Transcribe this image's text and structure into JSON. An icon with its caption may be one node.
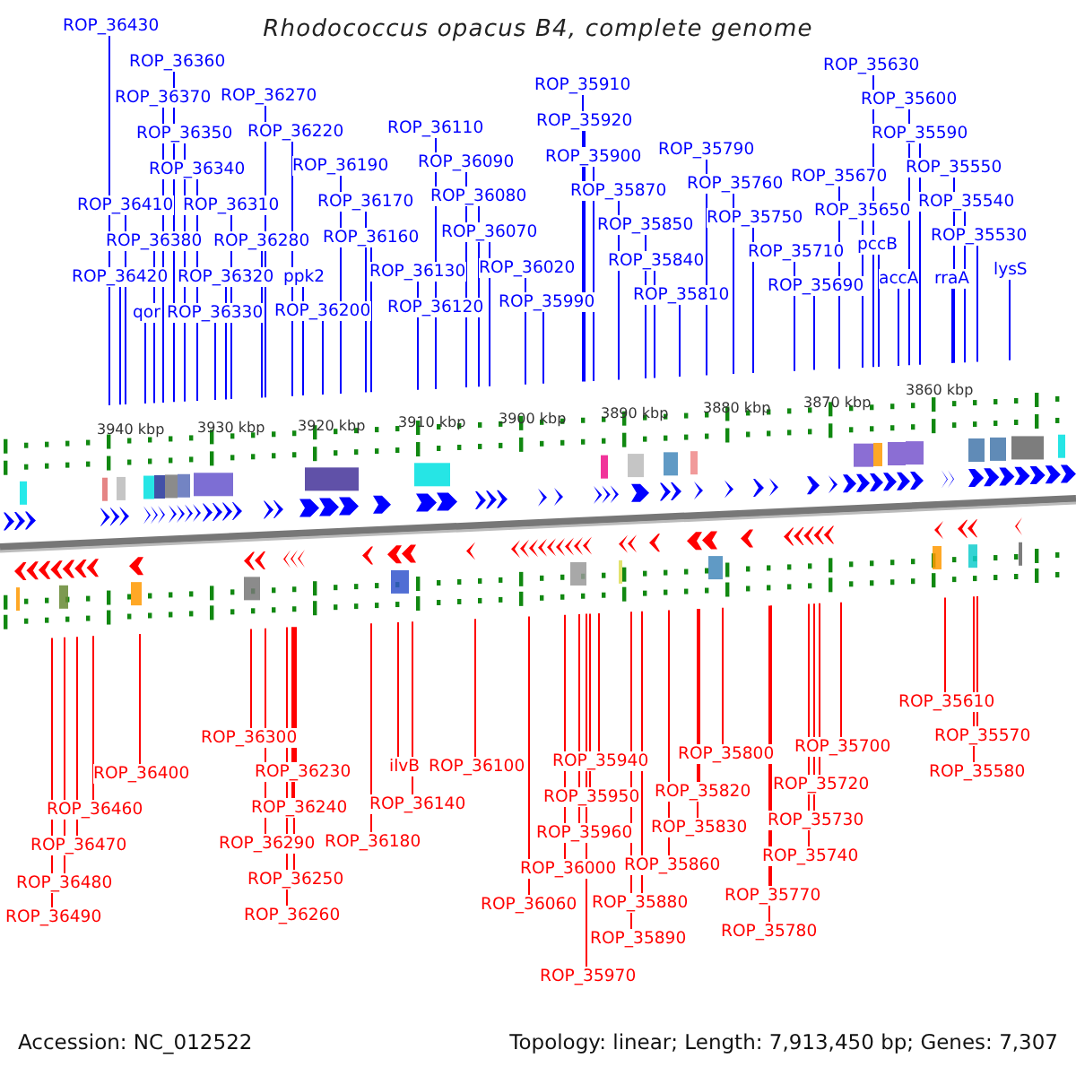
{
  "diagram": {
    "title": "Rhodococcus opacus B4, complete genome",
    "nodes": [
      {
        "text": [
          "ROP_36430"
        ]
      },
      {
        "text": [
          "ROP_36360"
        ]
      },
      {
        "text": [
          "ROP_35630"
        ]
      },
      {
        "text": [
          "ROP_35910"
        ]
      },
      {
        "text": [
          "ROP_36270"
        ]
      },
      {
        "text": [
          "ROP_36370"
        ]
      },
      {
        "text": [
          "ROP_35600"
        ]
      },
      {
        "text": [
          "ROP_35920"
        ]
      },
      {
        "text": [
          "ROP_36110"
        ]
      },
      {
        "text": [
          "ROP_36220"
        ]
      },
      {
        "text": [
          "ROP_36350"
        ]
      },
      {
        "text": [
          "ROP_35590"
        ]
      },
      {
        "text": [
          "ROP_35790"
        ]
      },
      {
        "text": [
          "ROP_35900"
        ]
      },
      {
        "text": [
          "ROP_36090"
        ]
      },
      {
        "text": [
          "ROP_36190"
        ]
      },
      {
        "text": [
          "ROP_35550"
        ]
      },
      {
        "text": [
          "ROP_36340"
        ]
      },
      {
        "text": [
          "ROP_35670"
        ]
      },
      {
        "text": [
          "ROP_35760"
        ]
      },
      {
        "text": [
          "ROP_35870"
        ]
      },
      {
        "text": [
          "ROP_36080"
        ]
      },
      {
        "text": [
          "ROP_35540"
        ]
      },
      {
        "text": [
          "ROP_36170"
        ]
      },
      {
        "text": [
          "ROP_36410"
        ]
      },
      {
        "text": [
          "ROP_36310"
        ]
      },
      {
        "text": [
          "ROP_35650"
        ]
      },
      {
        "text": [
          "ROP_35750"
        ]
      },
      {
        "text": [
          "ROP_35850"
        ]
      },
      {
        "text": [
          "ROP_36070"
        ]
      },
      {
        "text": [
          "ROP_35530"
        ]
      },
      {
        "text": [
          "ROP_36160"
        ]
      },
      {
        "text": [
          "ROP_36380"
        ]
      },
      {
        "text": [
          "ROP_36280"
        ]
      },
      {
        "text": [
          "pccB"
        ]
      },
      {
        "text": [
          "ROP_35710"
        ]
      },
      {
        "text": [
          "ROP_35840"
        ]
      },
      {
        "text": [
          "ROP_36020"
        ]
      },
      {
        "text": [
          "lysS"
        ]
      },
      {
        "text": [
          "ROP_36130"
        ]
      },
      {
        "text": [
          "ROP_36420"
        ]
      },
      {
        "text": [
          "ROP_36320"
        ]
      },
      {
        "text": [
          "ppk2"
        ]
      },
      {
        "text": [
          "accA"
        ]
      },
      {
        "text": [
          "rraA"
        ]
      },
      {
        "text": [
          "ROP_35690"
        ]
      },
      {
        "text": [
          "ROP_35810"
        ]
      },
      {
        "text": [
          "ROP_35990"
        ]
      },
      {
        "text": [
          "ROP_36120"
        ]
      },
      {
        "text": [
          "ROP_36200"
        ]
      },
      {
        "text": [
          "qor"
        ]
      },
      {
        "text": [
          "ROP_36330"
        ]
      },
      {
        "text": [
          "ROP_35610"
        ]
      },
      {
        "text": [
          "ROP_36300"
        ]
      },
      {
        "text": [
          "ROP_35570"
        ]
      },
      {
        "text": [
          "ROP_35700"
        ]
      },
      {
        "text": [
          "ROP_35800"
        ]
      },
      {
        "text": [
          "ROP_35940"
        ]
      },
      {
        "text": [
          "ilvB"
        ]
      },
      {
        "text": [
          "ROP_36100"
        ]
      },
      {
        "text": [
          "ROP_35580"
        ]
      },
      {
        "text": [
          "ROP_36230"
        ]
      },
      {
        "text": [
          "ROP_36400"
        ]
      },
      {
        "text": [
          "ROP_35720"
        ]
      },
      {
        "text": [
          "ROP_35820"
        ]
      },
      {
        "text": [
          "ROP_35950"
        ]
      },
      {
        "text": [
          "ROP_36140"
        ]
      },
      {
        "text": [
          "ROP_36240"
        ]
      },
      {
        "text": [
          "ROP_36460"
        ]
      },
      {
        "text": [
          "ROP_35730"
        ]
      },
      {
        "text": [
          "ROP_35830"
        ]
      },
      {
        "text": [
          "ROP_35960"
        ]
      },
      {
        "text": [
          "ROP_36180"
        ]
      },
      {
        "text": [
          "ROP_36290"
        ]
      },
      {
        "text": [
          "ROP_36470"
        ]
      },
      {
        "text": [
          "ROP_35740"
        ]
      },
      {
        "text": [
          "ROP_35860"
        ]
      },
      {
        "text": [
          "ROP_36000"
        ]
      },
      {
        "text": [
          "ROP_36250"
        ]
      },
      {
        "text": [
          "ROP_36480"
        ]
      },
      {
        "text": [
          "ROP_35770"
        ]
      },
      {
        "text": [
          "ROP_35880"
        ]
      },
      {
        "text": [
          "ROP_36060"
        ]
      },
      {
        "text": [
          "ROP_36260"
        ]
      },
      {
        "text": [
          "ROP_36490"
        ]
      },
      {
        "text": [
          "ROP_35780"
        ]
      },
      {
        "text": [
          "ROP_35890"
        ]
      },
      {
        "text": [
          "ROP_35970"
        ]
      }
    ],
    "edges": [
      {
        "from": 0,
        "to": null,
        "arrow": "none"
      },
      {
        "from": 1,
        "to": null,
        "arrow": "none"
      },
      {
        "from": 2,
        "to": null,
        "arrow": "none"
      },
      {
        "from": 3,
        "to": null,
        "arrow": "none"
      },
      {
        "from": 4,
        "to": null,
        "arrow": "none"
      },
      {
        "from": 5,
        "to": null,
        "arrow": "none"
      },
      {
        "from": 6,
        "to": null,
        "arrow": "none"
      },
      {
        "from": 7,
        "to": null,
        "arrow": "none"
      },
      {
        "from": 8,
        "to": null,
        "arrow": "none"
      },
      {
        "from": 9,
        "to": null,
        "arrow": "none"
      },
      {
        "from": 10,
        "to": null,
        "arrow": "none"
      },
      {
        "from": 11,
        "to": null,
        "arrow": "none"
      },
      {
        "from": 12,
        "to": null,
        "arrow": "none"
      },
      {
        "from": 13,
        "to": null,
        "arrow": "none"
      },
      {
        "from": 14,
        "to": null,
        "arrow": "none"
      },
      {
        "from": 15,
        "to": null,
        "arrow": "none"
      },
      {
        "from": 16,
        "to": null,
        "arrow": "none"
      },
      {
        "from": 17,
        "to": null,
        "arrow": "none"
      },
      {
        "from": 18,
        "to": null,
        "arrow": "none"
      },
      {
        "from": 19,
        "to": null,
        "arrow": "none"
      },
      {
        "from": 20,
        "to": null,
        "arrow": "none"
      },
      {
        "from": 21,
        "to": null,
        "arrow": "none"
      },
      {
        "from": 22,
        "to": null,
        "arrow": "none"
      },
      {
        "from": 23,
        "to": null,
        "arrow": "none"
      },
      {
        "from": 24,
        "to": null,
        "arrow": "none"
      },
      {
        "from": 25,
        "to": null,
        "arrow": "none"
      },
      {
        "from": 26,
        "to": null,
        "arrow": "none"
      },
      {
        "from": 27,
        "to": null,
        "arrow": "none"
      },
      {
        "from": 28,
        "to": null,
        "arrow": "none"
      },
      {
        "from": 29,
        "to": null,
        "arrow": "none"
      },
      {
        "from": 30,
        "to": null,
        "arrow": "none"
      },
      {
        "from": 31,
        "to": null,
        "arrow": "none"
      },
      {
        "from": 32,
        "to": null,
        "arrow": "none"
      },
      {
        "from": 33,
        "to": null,
        "arrow": "none"
      },
      {
        "from": 34,
        "to": null,
        "arrow": "none"
      },
      {
        "from": 35,
        "to": null,
        "arrow": "none"
      },
      {
        "from": 36,
        "to": null,
        "arrow": "none"
      },
      {
        "from": 37,
        "to": null,
        "arrow": "none"
      },
      {
        "from": 38,
        "to": null,
        "arrow": "none"
      },
      {
        "from": 39,
        "to": null,
        "arrow": "none"
      },
      {
        "from": 40,
        "to": null,
        "arrow": "none"
      },
      {
        "from": 41,
        "to": null,
        "arrow": "none"
      },
      {
        "from": 42,
        "to": null,
        "arrow": "none"
      },
      {
        "from": 43,
        "to": null,
        "arrow": "none"
      },
      {
        "from": 44,
        "to": null,
        "arrow": "none"
      },
      {
        "from": 45,
        "to": null,
        "arrow": "none"
      },
      {
        "from": 46,
        "to": null,
        "arrow": "none"
      },
      {
        "from": 47,
        "to": null,
        "arrow": "none"
      },
      {
        "from": 48,
        "to": null,
        "arrow": "none"
      },
      {
        "from": 49,
        "to": null,
        "arrow": "none"
      },
      {
        "from": 50,
        "to": null,
        "arrow": "none"
      },
      {
        "from": 51,
        "to": null,
        "arrow": "none"
      },
      {
        "from": 52,
        "to": null,
        "arrow": "none",
        "color": "#ff0000"
      },
      {
        "from": 53,
        "to": null,
        "arrow": "none",
        "color": "#ff0000"
      },
      {
        "from": 54,
        "to": null,
        "arrow": "none",
        "color": "#ff0000"
      },
      {
        "from": 55,
        "to": null,
        "arrow": "none",
        "color": "#ff0000"
      },
      {
        "from": 56,
        "to": null,
        "arrow": "none",
        "color": "#ff0000"
      },
      {
        "from": 57,
        "to": null,
        "arrow": "none",
        "color": "#ff0000"
      },
      {
        "from": 58,
        "to": null,
        "arrow": "none",
        "color": "#ff0000"
      },
      {
        "from": 59,
        "to": null,
        "arrow": "none",
        "color": "#ff0000"
      },
      {
        "from": 60,
        "to": null,
        "arrow": "none",
        "color": "#ff0000"
      },
      {
        "from": 61,
        "to": null,
        "arrow": "none",
        "color": "#ff0000"
      },
      {
        "from": 62,
        "to": null,
        "arrow": "none",
        "color": "#ff0000"
      },
      {
        "from": 63,
        "to": null,
        "arrow": "none",
        "color": "#ff0000"
      },
      {
        "from": 64,
        "to": null,
        "arrow": "none",
        "color": "#ff0000"
      },
      {
        "from": 65,
        "to": null,
        "arrow": "none",
        "color": "#ff0000"
      },
      {
        "from": 66,
        "to": null,
        "arrow": "none",
        "color": "#ff0000"
      },
      {
        "from": 67,
        "to": null,
        "arrow": "none",
        "color": "#ff0000"
      },
      {
        "from": 68,
        "to": null,
        "arrow": "none",
        "color": "#ff0000"
      },
      {
        "from": 69,
        "to": null,
        "arrow": "none",
        "color": "#ff0000"
      },
      {
        "from": 70,
        "to": null,
        "arrow": "none",
        "color": "#ff0000"
      },
      {
        "from": 71,
        "to": null,
        "arrow": "none",
        "color": "#ff0000"
      },
      {
        "from": 72,
        "to": null,
        "arrow": "none",
        "color": "#ff0000"
      },
      {
        "from": 73,
        "to": null,
        "arrow": "none",
        "color": "#ff0000"
      },
      {
        "from": 74,
        "to": null,
        "arrow": "none",
        "color": "#ff0000"
      },
      {
        "from": 75,
        "to": null,
        "arrow": "none",
        "color": "#ff0000"
      },
      {
        "from": 76,
        "to": null,
        "arrow": "none",
        "color": "#ff0000"
      },
      {
        "from": 77,
        "to": null,
        "arrow": "none",
        "color": "#ff0000"
      },
      {
        "from": 78,
        "to": null,
        "arrow": "none",
        "color": "#ff0000"
      },
      {
        "from": 79,
        "to": null,
        "arrow": "none",
        "color": "#ff0000"
      },
      {
        "from": 80,
        "to": null,
        "arrow": "none",
        "color": "#ff0000"
      },
      {
        "from": 81,
        "to": null,
        "arrow": "none",
        "color": "#ff0000"
      },
      {
        "from": 82,
        "to": null,
        "arrow": "none",
        "color": "#ff0000"
      },
      {
        "from": 83,
        "to": null,
        "arrow": "none",
        "color": "#ff0000"
      },
      {
        "from": 84,
        "to": null,
        "arrow": "none",
        "color": "#ff0000"
      },
      {
        "from": 85,
        "to": null,
        "arrow": "none",
        "color": "#ff0000"
      },
      {
        "from": 86,
        "to": null,
        "arrow": "none",
        "color": "#ff0000"
      },
      {
        "from": 87,
        "to": null,
        "arrow": "none",
        "color": "#ff0000"
      }
    ],
    "labels": [
      "3940 kbp",
      "3930 kbp",
      "3920 kbp",
      "3910 kbp",
      "3900 kbp",
      "3890 kbp",
      "3880 kbp",
      "3870 kbp",
      "3860 kbp",
      "Accession: NC_012522",
      "Topology: linear; Length: 7,913,450 bp; Genes: 7,307"
    ]
  }
}
